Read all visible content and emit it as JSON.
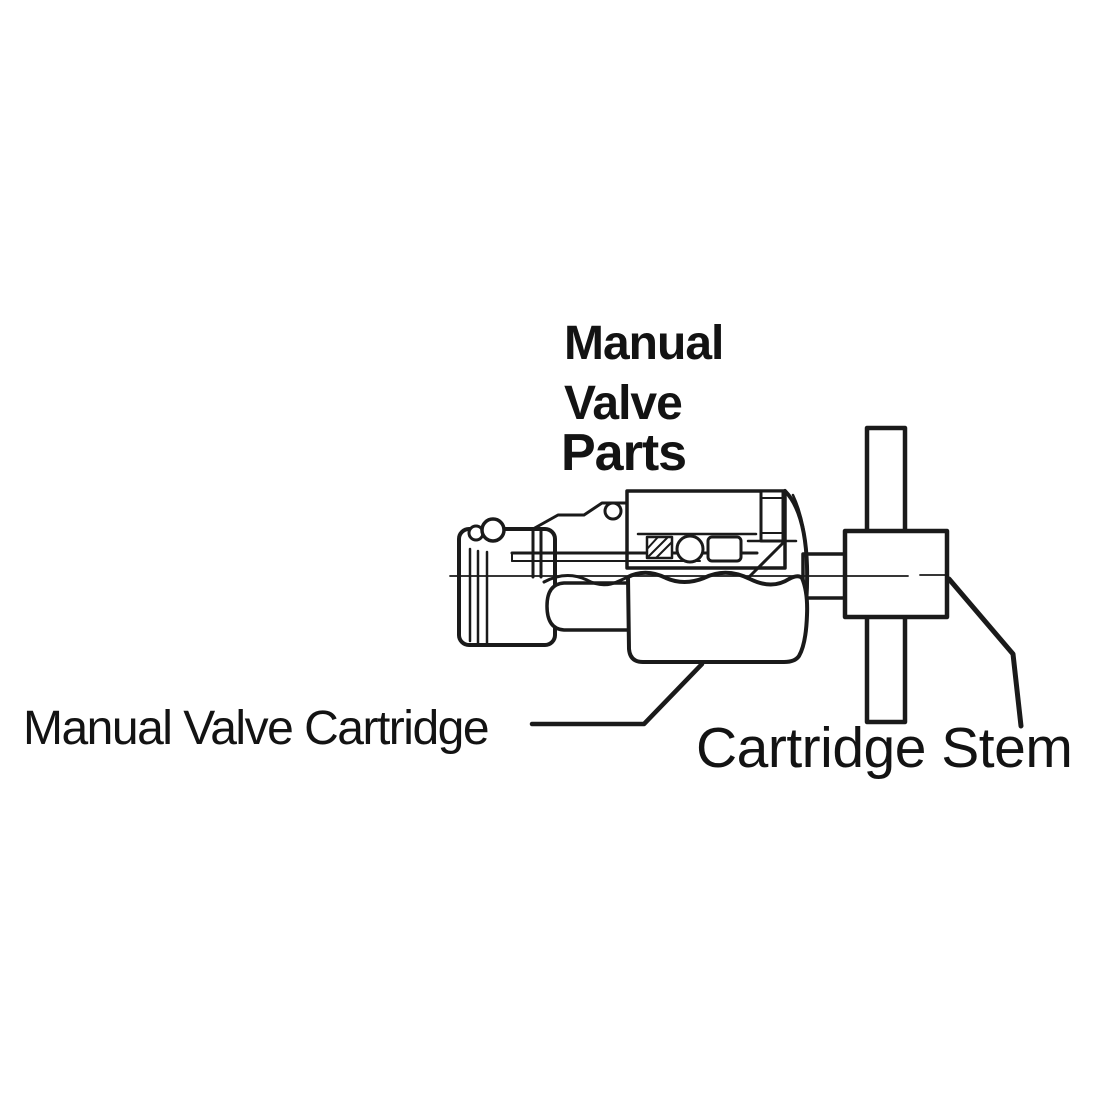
{
  "title": {
    "line1": "Manual",
    "line2": "Valve",
    "line3": "Parts"
  },
  "labels": {
    "cartridge": "Manual Valve Cartridge",
    "stem": "Cartridge Stem"
  },
  "colors": {
    "ink": "#1a1a1a",
    "background": "#ffffff"
  }
}
